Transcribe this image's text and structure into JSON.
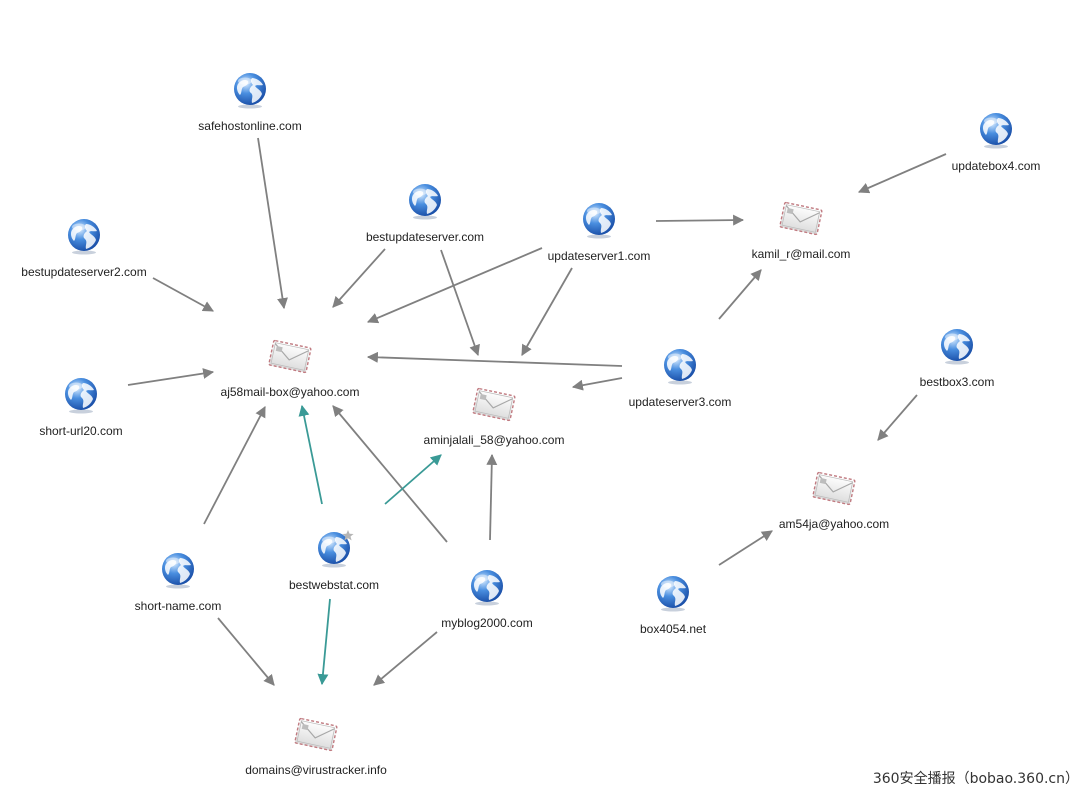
{
  "colors": {
    "edge": "#808080",
    "edge_highlight": "#3a9a96",
    "label": "#222222"
  },
  "nodes": [
    {
      "id": "safehostonline",
      "label": "safehostonline.com",
      "icon": "globe-icon"
    },
    {
      "id": "bestupdateserver2",
      "label": "bestupdateserver2.com",
      "icon": "globe-icon"
    },
    {
      "id": "short-url20",
      "label": "short-url20.com",
      "icon": "globe-icon"
    },
    {
      "id": "short-name",
      "label": "short-name.com",
      "icon": "globe-icon"
    },
    {
      "id": "bestwebstat",
      "label": "bestwebstat.com",
      "icon": "globe-star-icon"
    },
    {
      "id": "aj58mail",
      "label": "aj58mail-box@yahoo.com",
      "icon": "envelope-icon"
    },
    {
      "id": "bestupdateserver",
      "label": "bestupdateserver.com",
      "icon": "globe-icon"
    },
    {
      "id": "updateserver1",
      "label": "updateserver1.com",
      "icon": "globe-icon"
    },
    {
      "id": "aminjalali",
      "label": "aminjalali_58@yahoo.com",
      "icon": "envelope-icon"
    },
    {
      "id": "updateserver3",
      "label": "updateserver3.com",
      "icon": "globe-icon"
    },
    {
      "id": "myblog2000",
      "label": "myblog2000.com",
      "icon": "globe-icon"
    },
    {
      "id": "domains",
      "label": "domains@virustracker.info",
      "icon": "envelope-icon"
    },
    {
      "id": "kamil",
      "label": "kamil_r@mail.com",
      "icon": "envelope-icon"
    },
    {
      "id": "updatebox4",
      "label": "updatebox4.com",
      "icon": "globe-icon"
    },
    {
      "id": "bestbox3",
      "label": "bestbox3.com",
      "icon": "globe-icon"
    },
    {
      "id": "am54ja",
      "label": "am54ja@yahoo.com",
      "icon": "envelope-icon"
    },
    {
      "id": "box4054",
      "label": "box4054.net",
      "icon": "globe-icon"
    }
  ],
  "edges": [
    {
      "from": "safehostonline",
      "to": "aj58mail",
      "highlight": false
    },
    {
      "from": "bestupdateserver2",
      "to": "aj58mail",
      "highlight": false
    },
    {
      "from": "short-url20",
      "to": "aj58mail",
      "highlight": false
    },
    {
      "from": "bestupdateserver",
      "to": "aj58mail",
      "highlight": false
    },
    {
      "from": "updateserver1",
      "to": "aj58mail",
      "highlight": false
    },
    {
      "from": "updateserver3",
      "to": "aj58mail",
      "highlight": false
    },
    {
      "from": "short-name",
      "to": "aj58mail",
      "highlight": false
    },
    {
      "from": "bestwebstat",
      "to": "aj58mail",
      "highlight": true
    },
    {
      "from": "myblog2000",
      "to": "aj58mail",
      "highlight": false
    },
    {
      "from": "bestupdateserver",
      "to": "aminjalali",
      "highlight": false
    },
    {
      "from": "updateserver1",
      "to": "aminjalali",
      "highlight": false
    },
    {
      "from": "updateserver3",
      "to": "aminjalali",
      "highlight": false
    },
    {
      "from": "bestwebstat",
      "to": "aminjalali",
      "highlight": true
    },
    {
      "from": "myblog2000",
      "to": "aminjalali",
      "highlight": false
    },
    {
      "from": "updateserver1",
      "to": "kamil",
      "highlight": false
    },
    {
      "from": "updatebox4",
      "to": "kamil",
      "highlight": false
    },
    {
      "from": "updateserver3",
      "to": "kamil",
      "highlight": false
    },
    {
      "from": "short-name",
      "to": "domains",
      "highlight": false
    },
    {
      "from": "bestwebstat",
      "to": "domains",
      "highlight": true
    },
    {
      "from": "myblog2000",
      "to": "domains",
      "highlight": false
    },
    {
      "from": "bestbox3",
      "to": "am54ja",
      "highlight": false
    },
    {
      "from": "box4054",
      "to": "am54ja",
      "highlight": false
    }
  ],
  "watermark": "360安全播报（bobao.360.cn）"
}
